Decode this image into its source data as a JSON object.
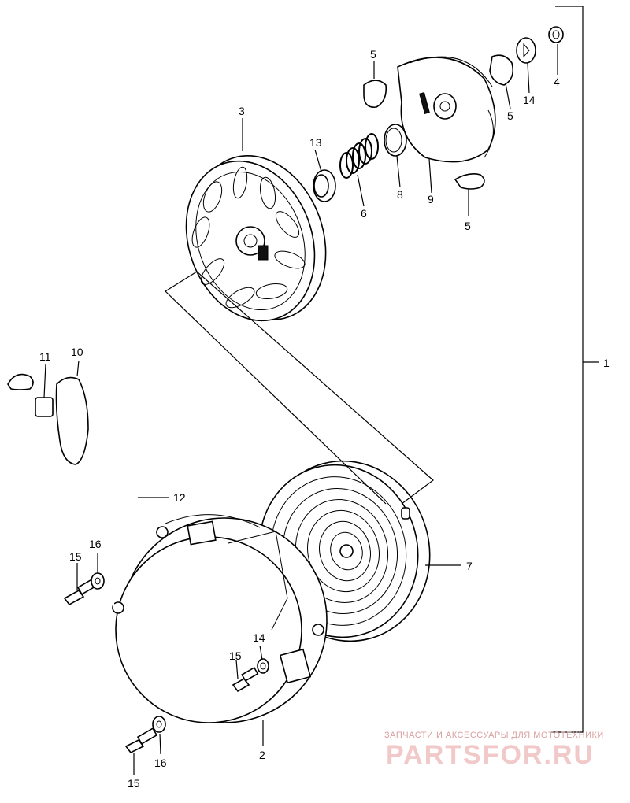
{
  "callouts": [
    {
      "id": "c1",
      "text": "1"
    },
    {
      "id": "c2",
      "text": "2"
    },
    {
      "id": "c3",
      "text": "3"
    },
    {
      "id": "c4",
      "text": "4"
    },
    {
      "id": "c5a",
      "text": "5"
    },
    {
      "id": "c5b",
      "text": "5"
    },
    {
      "id": "c5c",
      "text": "5"
    },
    {
      "id": "c6",
      "text": "6"
    },
    {
      "id": "c7",
      "text": "7"
    },
    {
      "id": "c8",
      "text": "8"
    },
    {
      "id": "c9",
      "text": "9"
    },
    {
      "id": "c10",
      "text": "10"
    },
    {
      "id": "c11",
      "text": "11"
    },
    {
      "id": "c12",
      "text": "12"
    },
    {
      "id": "c13",
      "text": "13"
    },
    {
      "id": "c14a",
      "text": "14"
    },
    {
      "id": "c14b",
      "text": "14"
    },
    {
      "id": "c15a",
      "text": "15"
    },
    {
      "id": "c15b",
      "text": "15"
    },
    {
      "id": "c15c",
      "text": "15"
    },
    {
      "id": "c16a",
      "text": "16"
    },
    {
      "id": "c16b",
      "text": "16"
    }
  ],
  "watermark": {
    "tagline": "ЗАПЧАСТИ И АКСЕССУАРЫ ДЛЯ МОТОТЕХНИКИ",
    "brand": "PARTSFOR.RU"
  }
}
